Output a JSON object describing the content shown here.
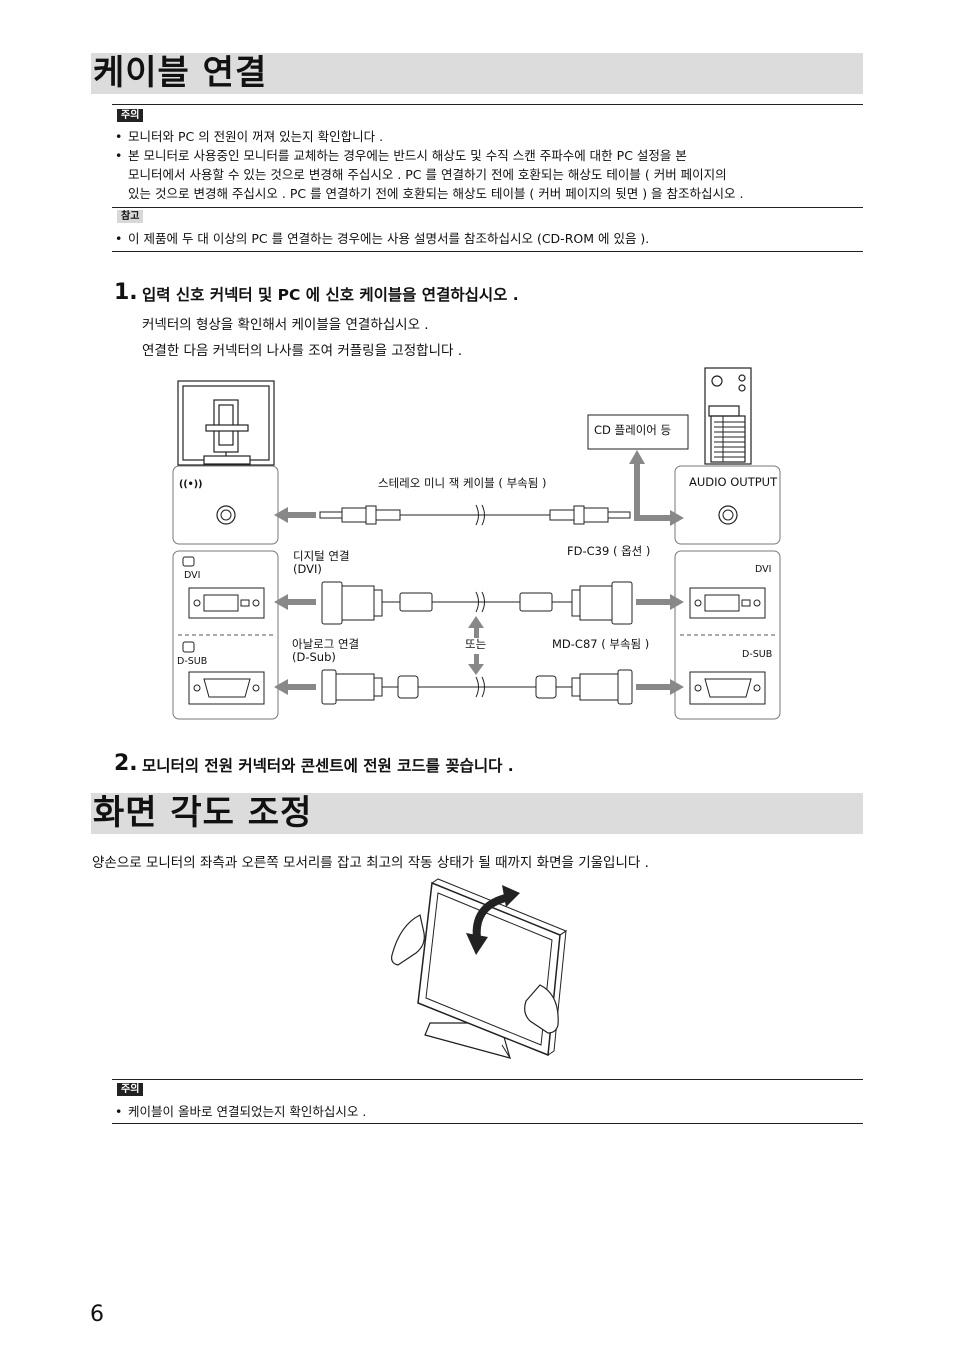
{
  "section1": {
    "title": "케이블 연결",
    "caution_tag": "주의",
    "caution_items": [
      "모니터와 PC 의 전원이 꺼져 있는지 확인합니다 .",
      "본 모니터로 사용중인 모니터를 교체하는 경우에는 반드시 해상도 및 수직 스캔 주파수에 대한 PC 설정을 본\n모니터에서 사용할 수 있는 것으로 변경해 주십시오 . PC 를 연결하기 전에 호환되는 해상도 테이블 ( 커버 페이지의\n있는 것으로 변경해 주십시오 . PC 를 연결하기 전에 호환되는 해상도 테이블 ( 커버 페이지의 뒷면 ) 을 참조하십시오 ."
    ],
    "note_tag": "참고",
    "note_items": [
      "이 제품에 두 대 이상의 PC 를 연결하는 경우에는 사용 설명서를 참조하십시오 (CD-ROM 에 있음 )."
    ],
    "step1": {
      "number": "1.",
      "text": "입력 신호 커넥터 및 PC 에 신호 케이블을 연결하십시오 .",
      "line1": "커넥터의 형상을 확인해서 케이블을 연결하십시오 .",
      "line2": "연결한 다음 커넥터의 나사를 조여 커플링을 고정합니다 ."
    },
    "diagram": {
      "cd_player": "CD 플레이어 등",
      "audio_output": "AUDIO OUTPUT",
      "stereo_cable": "스테레오 미니 잭 케이블 ( 부속됨 )",
      "digital_connection": "디지털 연결\n(DVI)",
      "fd_c39": "FD-C39 ( 옵션 )",
      "analog_connection": "아날로그 연결\n(D-Sub)",
      "or": "또는",
      "md_c87": "MD-C87 ( 부속됨 )",
      "dvi_left": "DVI",
      "dsub_left": "D-SUB",
      "dvi_right": "DVI",
      "dsub_right": "D-SUB",
      "audio_symbol": "((•))"
    },
    "step2": {
      "number": "2.",
      "text": "모니터의 전원 커넥터와 콘센트에 전원 코드를 꽂습니다 ."
    }
  },
  "section2": {
    "title": "화면 각도 조정",
    "description": "양손으로 모니터의 좌측과 오른쪽 모서리를 잡고 최고의 작동 상태가 될 때까지 화면을 기울입니다 .",
    "caution_tag": "주의",
    "caution_items": [
      "케이블이 올바로 연결되었는지 확인하십시오 ."
    ]
  },
  "page_number": "6"
}
